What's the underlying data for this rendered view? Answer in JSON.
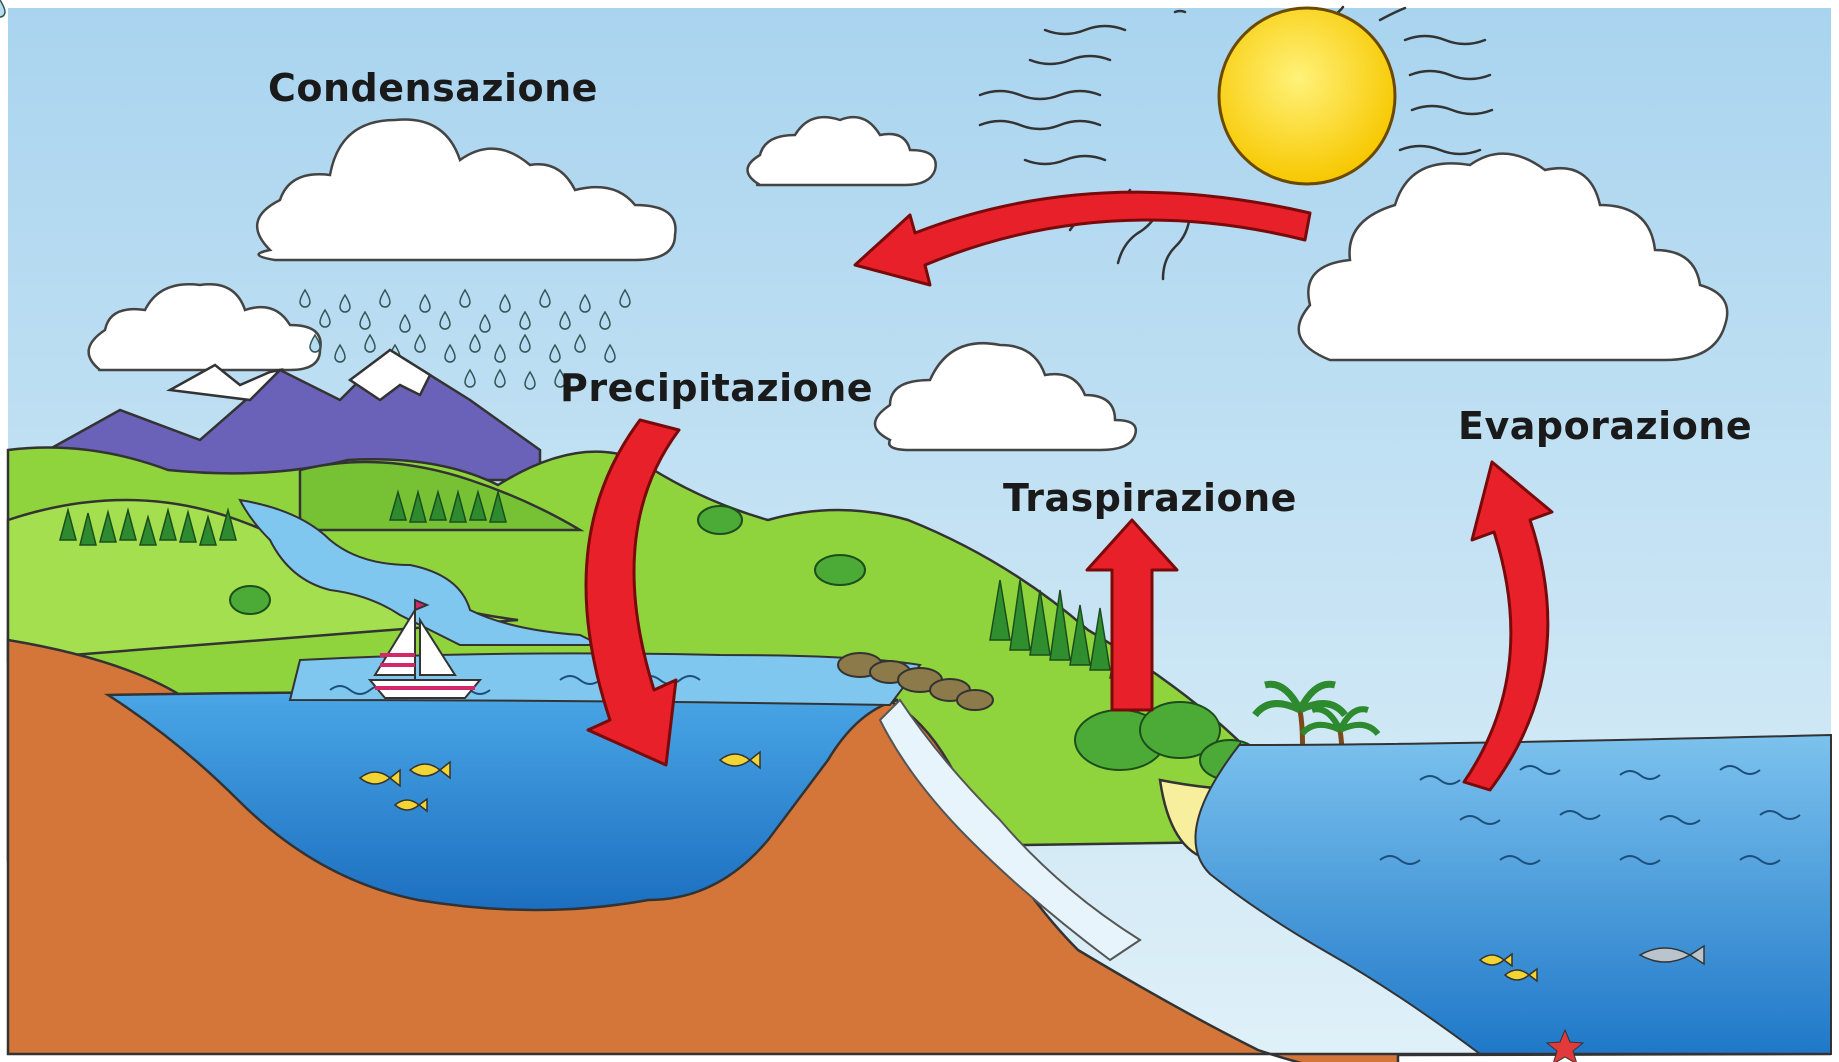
{
  "diagram": {
    "labels": {
      "condensation": "Condensazione",
      "precipitation": "Precipitazione",
      "transpiration": "Traspirazione",
      "evaporation": "Evaporazione"
    },
    "colors": {
      "sky": "#bfe0f2",
      "sun": "#ffe033",
      "arrow": "#e8202a",
      "water": "#2f8fd6",
      "ground": "#d4763a",
      "grass": "#8fd43c",
      "mountain": "#6a62b8"
    }
  }
}
